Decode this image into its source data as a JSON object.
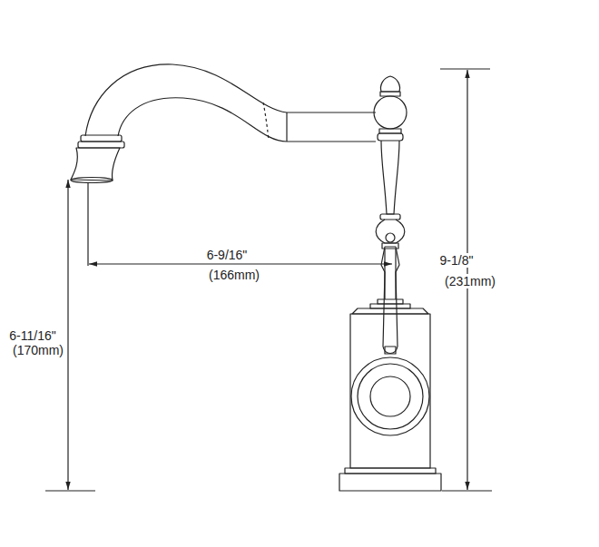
{
  "diagram": {
    "labels": [
      "6-9/16\"",
      "(166mm)",
      "9-1/8\"",
      "(231mm)",
      "6-11/16\"",
      "(170mm)"
    ]
  }
}
